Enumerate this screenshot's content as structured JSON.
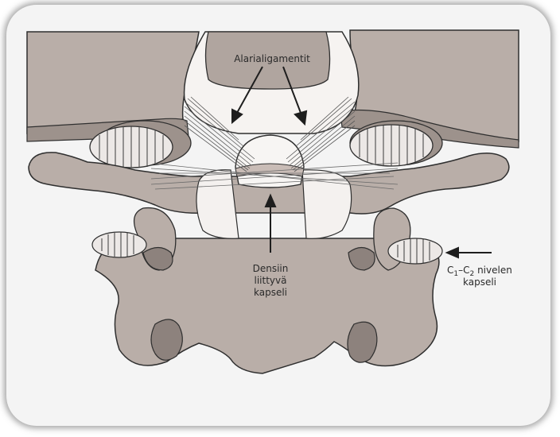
{
  "labels": {
    "alar": "Alarialigamentit",
    "dens_line1": "Densiin",
    "dens_line2": "liittyvä",
    "dens_line3": "kapseli",
    "c_main": "C",
    "c_sub1": "1",
    "c_dash": "–C",
    "c_sub2": "2",
    "c_rest": " nivelen",
    "capsule": "kapseli"
  },
  "colors": {
    "bone": "#b9aea8",
    "bone_dark": "#8d827d",
    "outline": "#2f2f2f",
    "paper": "#f1f1f1",
    "capsule": "#e9e5e2"
  }
}
